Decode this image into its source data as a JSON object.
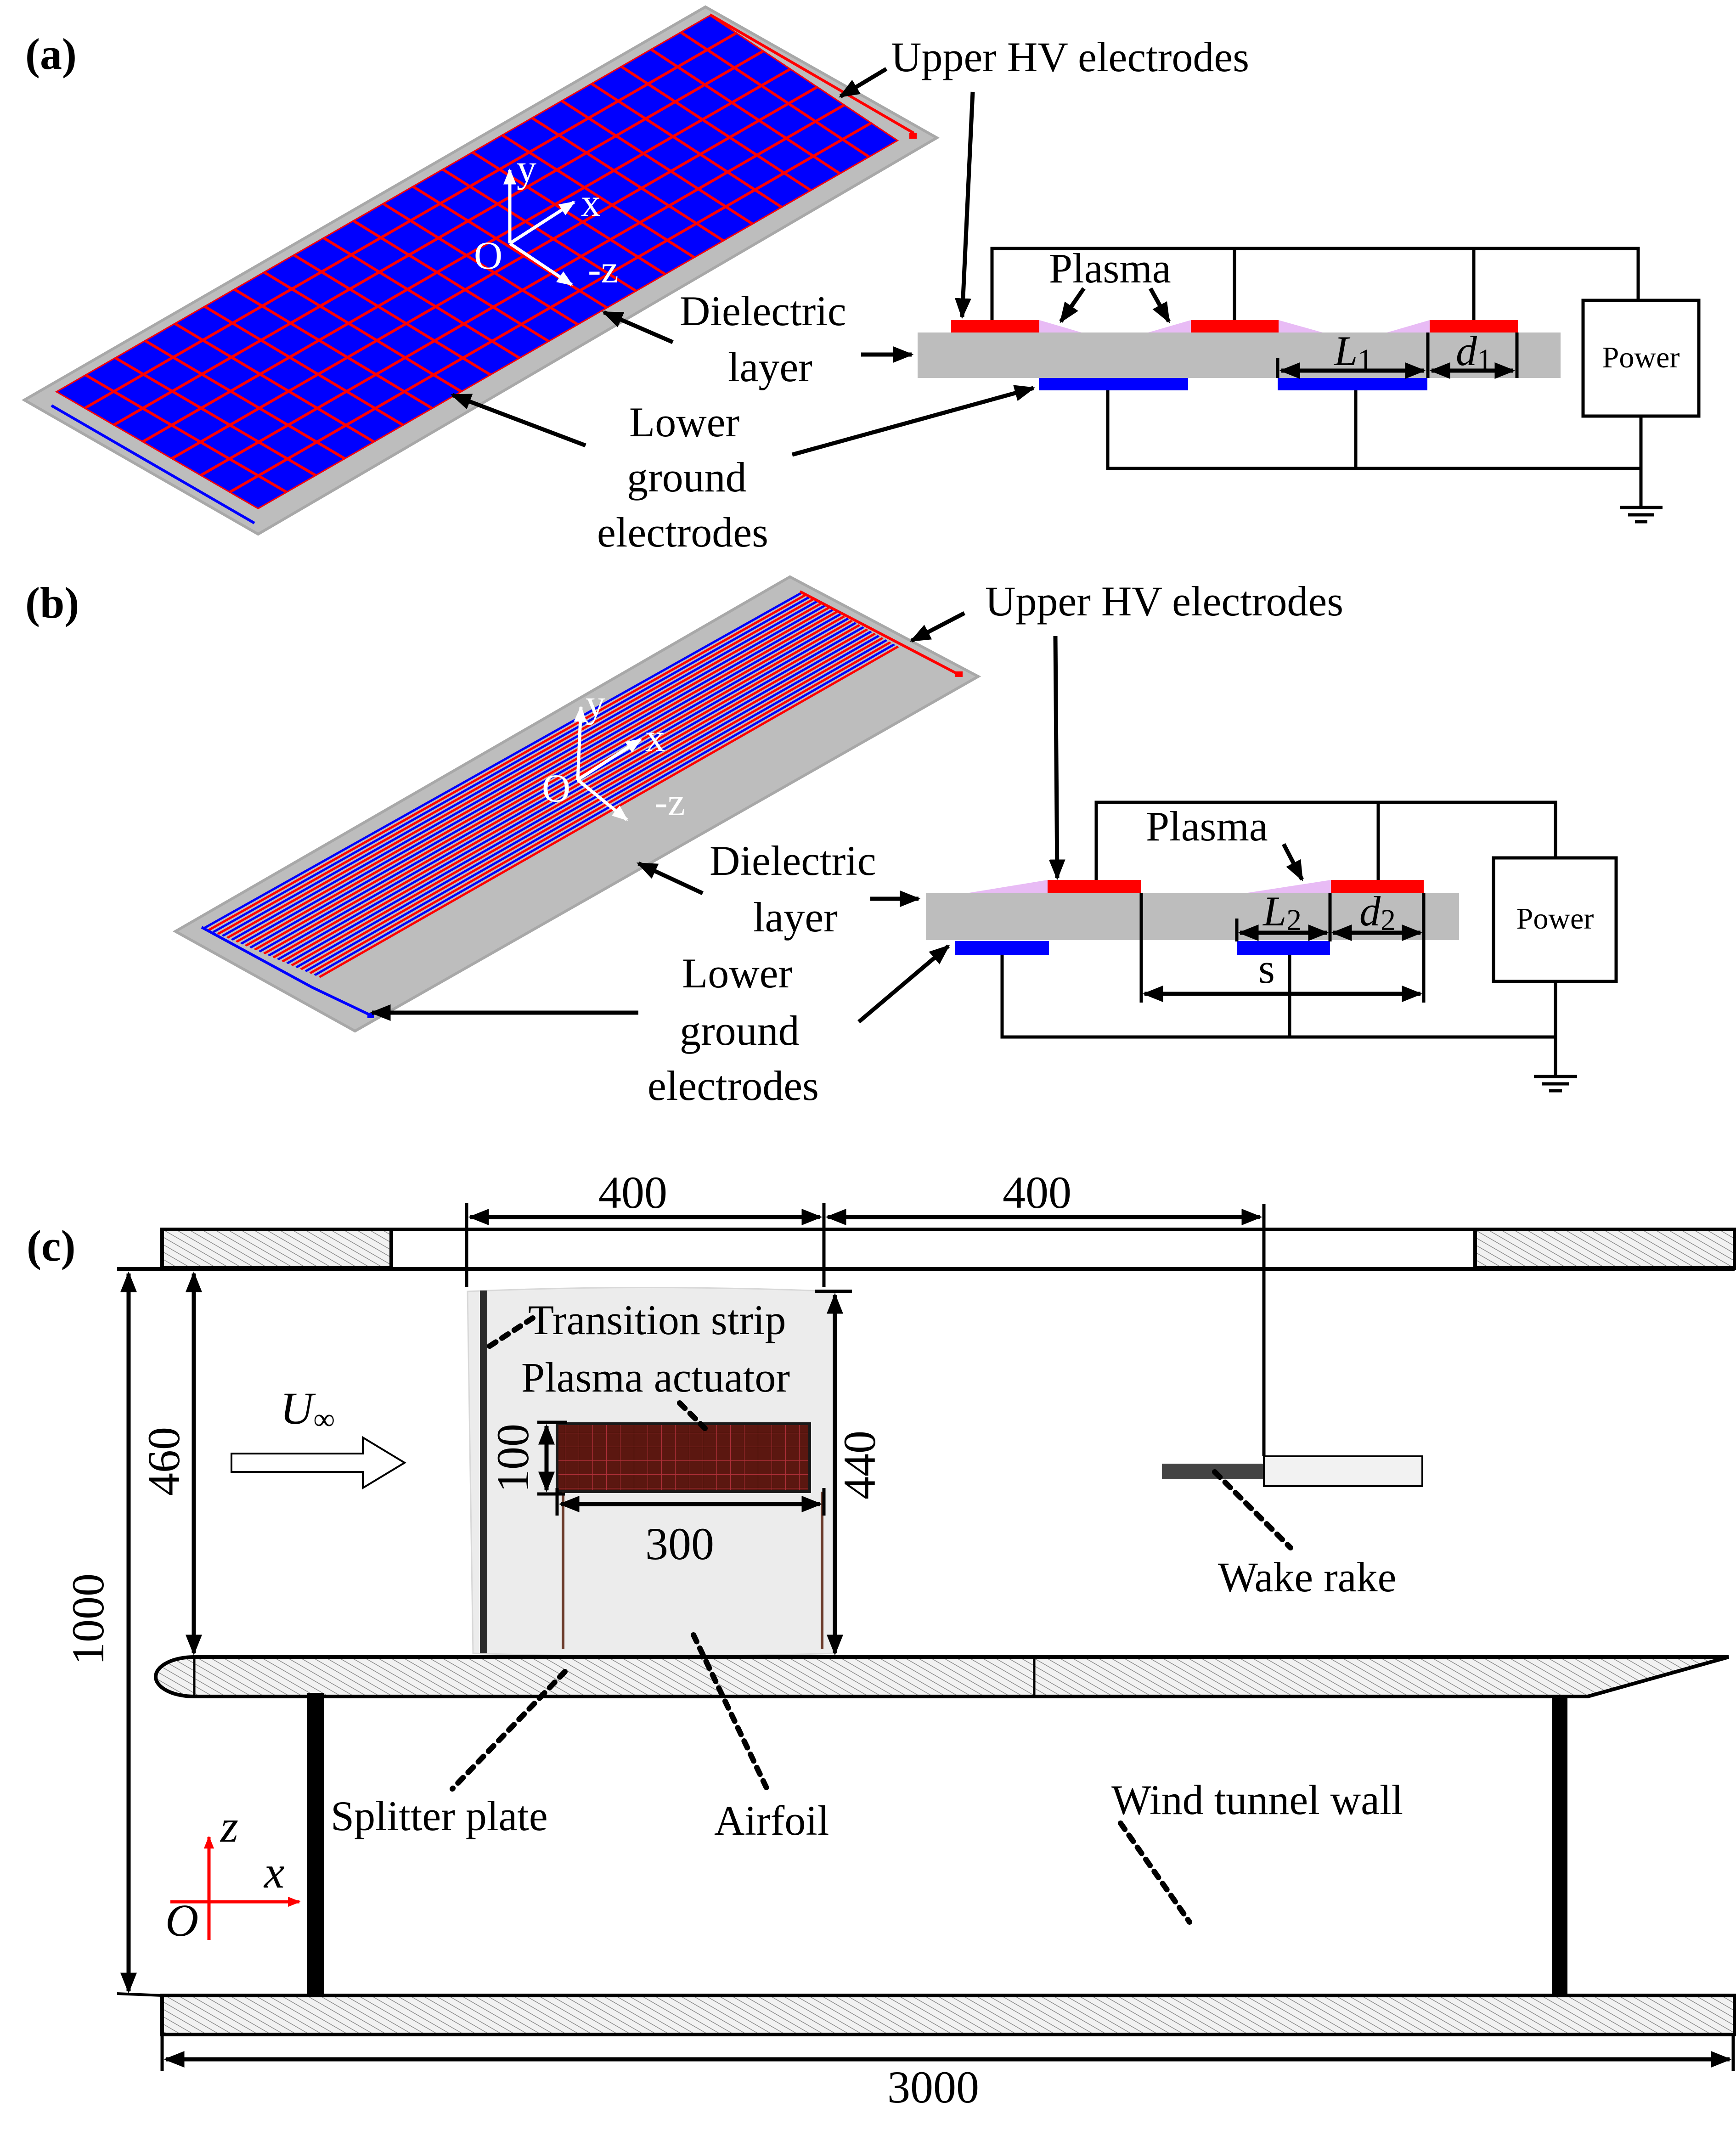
{
  "colors": {
    "hv_electrode": "#FF0000",
    "ground_electrode": "#0000FF",
    "dielectric": "#BDBDBD",
    "plasma": "#E8BBF5",
    "axis_white": "#FFFFFF",
    "coordinate_axes_red": "#FF0000",
    "hatch": "#9a9a9a",
    "actuator_photo": "#5a1a14"
  },
  "panel_a": {
    "label": "(a)",
    "plate_axes": {
      "origin": "O",
      "x": "x",
      "y": "y",
      "z": "-z"
    },
    "callouts": {
      "upper_hv": "Upper HV electrodes",
      "dielectric_line1": "Dielectric",
      "dielectric_line2": "layer",
      "lower_line1": "Lower",
      "lower_line2": "ground",
      "lower_line3": "electrodes"
    },
    "schematic": {
      "plasma": "Plasma",
      "power": "Power",
      "dim_L": "L",
      "dim_L_sub": "1",
      "dim_d": "d",
      "dim_d_sub": "1"
    }
  },
  "panel_b": {
    "label": "(b)",
    "plate_axes": {
      "origin": "O",
      "x": "x",
      "y": "y",
      "z": "-z"
    },
    "callouts": {
      "upper_hv": "Upper HV electrodes",
      "dielectric_line1": "Dielectric",
      "dielectric_line2": "layer",
      "lower_line1": "Lower",
      "lower_line2": "ground",
      "lower_line3": "electrodes"
    },
    "schematic": {
      "plasma": "Plasma",
      "power": "Power",
      "dim_L": "L",
      "dim_L_sub": "2",
      "dim_d": "d",
      "dim_d_sub": "2",
      "dim_s": "s"
    }
  },
  "panel_c": {
    "label": "(c)",
    "dims": {
      "span_airfoil": "400",
      "span_rake": "400",
      "height_total": "1000",
      "height_gap": "460",
      "airfoil_span": "440",
      "actuator_height": "100",
      "actuator_width": "300",
      "tunnel_length": "3000"
    },
    "freestream": {
      "symbol": "U",
      "subscript": "∞"
    },
    "labels": {
      "transition_strip": "Transition strip",
      "plasma_actuator": "Plasma actuator",
      "wake_rake": "Wake rake",
      "splitter_plate": "Splitter plate",
      "airfoil": "Airfoil",
      "wind_tunnel_wall": "Wind tunnel wall"
    },
    "axes": {
      "origin": "O",
      "x": "x",
      "z": "z"
    }
  }
}
